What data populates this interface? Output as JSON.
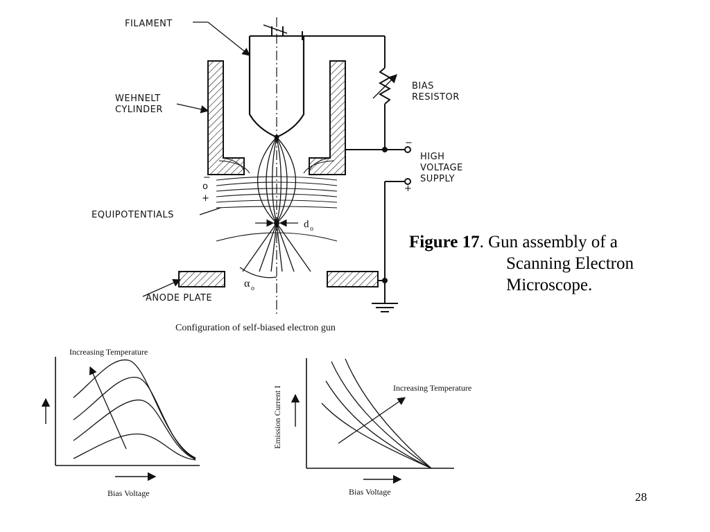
{
  "gun_labels": {
    "filament": "FILAMENT",
    "wehnelt_1": "WEHNELT",
    "wehnelt_2": "CYLINDER",
    "bias_1": "BIAS",
    "bias_2": "RESISTOR",
    "hv_1": "HIGH",
    "hv_2": "VOLTAGE",
    "hv_3": "SUPPLY",
    "hv_minus": "−",
    "hv_plus": "+",
    "side_minus": "−",
    "side_o": "o",
    "side_plus": "+",
    "equipotentials": "EQUIPOTENTIALS",
    "d0": "d",
    "d0_sub": "o",
    "alpha0": "α",
    "alpha0_sub": "o",
    "anode": "ANODE PLATE",
    "config_caption": "Configuration of self-biased electron gun"
  },
  "caption": {
    "figure_label": "Figure 17",
    "line1_rest": ". Gun assembly of a",
    "line2": "Scanning Electron",
    "line3": "Microscope."
  },
  "left_graph": {
    "annotation": "Increasing Temperature",
    "xlabel": "Bias Voltage"
  },
  "right_graph": {
    "annotation": "Increasing Temperature",
    "xlabel": "Bias Voltage",
    "ylabel": "Emission Current I"
  },
  "page_number": "28"
}
